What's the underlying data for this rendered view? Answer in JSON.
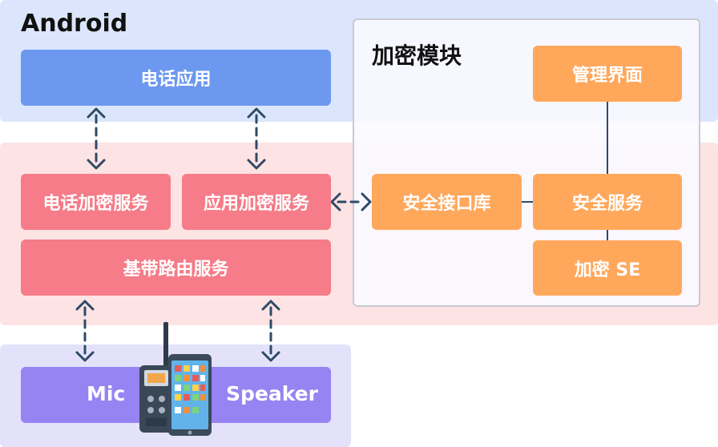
{
  "android": {
    "label": "Android",
    "app": "电话应用"
  },
  "encryption_module": {
    "title": "加密模块",
    "management": "管理界面",
    "security_service": "安全服务",
    "security_interface_lib": "安全接口库",
    "encryption_se": "加密 SE"
  },
  "services": {
    "phone_encryption": "电话加密服务",
    "app_encryption": "应用加密服务",
    "baseband_routing": "基带路由服务"
  },
  "hardware": {
    "mic": "Mic",
    "speaker": "Speaker"
  },
  "colors": {
    "android_band": "#dbe6fc",
    "service_band": "#fde3e4",
    "hardware_band": "#e4e2fb",
    "blue_box": "#6d98ef",
    "red_box": "#f57c88",
    "orange_box": "#ffa85c",
    "purple_box": "#9584f2",
    "arrow": "#2f4a66"
  }
}
